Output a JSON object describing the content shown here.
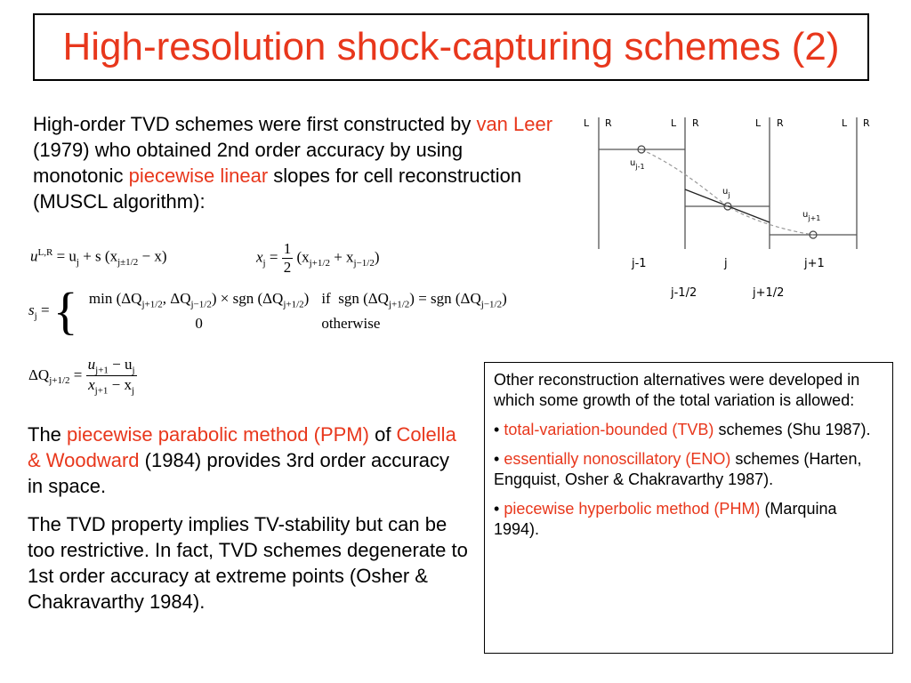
{
  "slide": {
    "title": "High-resolution shock-capturing schemes (2)"
  },
  "intro": {
    "t1": "High-order TVD schemes were first constructed by ",
    "h1": "van Leer",
    "t2": " (1979) who obtained 2nd order accuracy by using monotonic ",
    "h2": "piecewise linear",
    "t3": " slopes for cell reconstruction (MUSCL algorithm):"
  },
  "equations": {
    "eq1_u": "u",
    "eq1_sup": "L,R",
    "eq1_rhs": "= u",
    "eq1_j": "j",
    "eq1_plus_s": "+ s",
    "eq1_paren": "(x",
    "eq1_sub": "j±1/2",
    "eq1_minus": "− x",
    "eq1_close": ")",
    "eq2_x": "x",
    "eq2_eq": "=",
    "eq2_num": "1",
    "eq2_den": "2",
    "eq2_body": "(x",
    "eq2_sub1": "j+1/2",
    "eq2_plus": "+ x",
    "eq2_sub2": "j−1/2",
    "eq2_close": ")",
    "s_lhs": "s",
    "s_eq": "=",
    "case1": "min (ΔQ",
    "case1_sub1": "j+1/2",
    "case1_mid": ", ΔQ",
    "case1_sub2": "j−1/2",
    "case1_sgn": ") × sgn (ΔQ",
    "case1_sub3": "j+1/2",
    "case1_close": ")",
    "if_label": "if",
    "cond": "sgn (ΔQ",
    "cond_sub1": "j+1/2",
    "cond_mid": ") = sgn (ΔQ",
    "cond_sub2": "j−1/2",
    "cond_close": ")",
    "case2": "0",
    "otherwise": "otherwise",
    "dq_lhs": "ΔQ",
    "dq_sub": "j+1/2",
    "dq_eq": "=",
    "dq_num": "u",
    "dq_num_sub1": "j+1",
    "dq_num_mid": "− u",
    "dq_num_sub2": "j",
    "dq_den": "x",
    "dq_den_sub1": "j+1",
    "dq_den_mid": "− x",
    "dq_den_sub2": "j"
  },
  "ppm": {
    "t1": "The ",
    "h1": "piecewise parabolic method (PPM)",
    "t2": " of ",
    "h2": "Colella & Woodward",
    "t3": " (1984) provides 3rd order accuracy in space."
  },
  "tvd_note": "The TVD property implies TV-stability but can be too restrictive. In fact, TVD schemes degenerate to 1st order accuracy at extreme points (Osher & Chakravarthy 1984).",
  "alternatives": {
    "intro": "Other reconstruction alternatives were developed in which some growth of the total variation is allowed:",
    "items": [
      {
        "bullet": "• ",
        "name": "total-variation-bounded (TVB)",
        "rest": " schemes (Shu 1987)."
      },
      {
        "bullet": "• ",
        "name": "essentially nonoscillatory (ENO)",
        "rest": " schemes (Harten, Engquist, Osher & Chakravarthy 1987)."
      },
      {
        "bullet": "• ",
        "name": "piecewise hyperbolic method (PHM)",
        "rest": " (Marquina 1994)."
      }
    ]
  },
  "diagram": {
    "top_labels": [
      "L",
      "R",
      "L",
      "R",
      "L",
      "R",
      "L",
      "R"
    ],
    "u_jm1": "u",
    "u_jm1_sub": "j-1",
    "u_j": "u",
    "u_j_sub": "j",
    "u_jp1": "u",
    "u_jp1_sub": "j+1",
    "cells": [
      "j-1",
      "j",
      "j+1"
    ],
    "interfaces": [
      "j-1/2",
      "j+1/2"
    ]
  },
  "colors": {
    "highlight": "#e8371c"
  }
}
